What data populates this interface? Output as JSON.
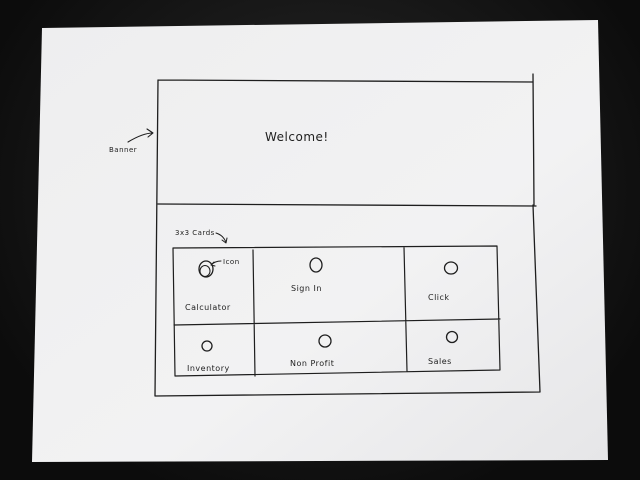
{
  "sketch": {
    "banner_annotation": "Banner",
    "welcome_text": "Welcome!",
    "cards_annotation": "3x3 Cards",
    "icon_annotation": "Icon",
    "cards": [
      {
        "label": "Calculator",
        "icon": "circle-icon"
      },
      {
        "label": "Sign In",
        "icon": "circle-icon"
      },
      {
        "label": "Click",
        "icon": "circle-icon"
      },
      {
        "label": "Inventory",
        "icon": "circle-icon"
      },
      {
        "label": "Non Profit",
        "icon": "circle-icon"
      },
      {
        "label": "Sales",
        "icon": "circle-icon"
      }
    ]
  },
  "colors": {
    "background": "#1a1a1a",
    "paper": "#f0f0f0",
    "ink": "#1e1e1e"
  }
}
